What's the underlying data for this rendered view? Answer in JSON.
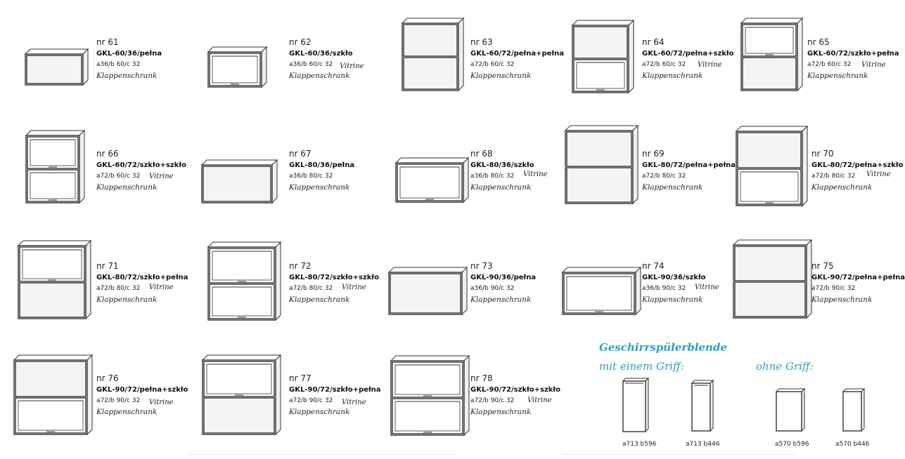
{
  "items": [
    {
      "nr": "nr 61",
      "code": "GKL-60/36/pełna",
      "dims": "a36/b 60/c 32",
      "vitrine": "",
      "klap": "Klappenschrank"
    },
    {
      "nr": "nr 62",
      "code": "GKL-60/36/szkło",
      "dims": "a36/b 60/c 32",
      "vitrine": "Vitrine",
      "klap": "Klappenschrank"
    },
    {
      "nr": "nr 63",
      "code": "GKL-60/72/pełna+pełna",
      "dims": "a72/b 60/c 32",
      "vitrine": "",
      "klap": "Klappenschrank"
    },
    {
      "nr": "nr 64",
      "code": "GKL-60/72/pełna+szkło",
      "dims": "a72/b 60/c 32",
      "vitrine": "Vitrine",
      "klap": "Klappenschrank"
    },
    {
      "nr": "nr 65",
      "code": "GKL-60/72/szkło+pełna",
      "dims": "a72/b 60/c 32",
      "vitrine": "Vitrine",
      "klap": "Klappenschrank"
    },
    {
      "nr": "nr 66",
      "code": "GKL-60/72/szkło+szkło",
      "dims": "a72/b 60/c 32",
      "vitrine": "Vitrine",
      "klap": "Klappenschrank"
    },
    {
      "nr": "nr 67",
      "code": "GKL-80/36/pełna",
      "dims": "a36/b 80/c 32",
      "vitrine": "",
      "klap": "Klappenschrank"
    },
    {
      "nr": "nr 68",
      "code": "GKL-80/36/szkło",
      "dims": "a36/b 80/c 32",
      "vitrine": "Vitrine",
      "klap": "Klappenschrank"
    },
    {
      "nr": "nr 69",
      "code": "GKL-80/72/pełna+pełna",
      "dims": "a72/b 80/c 32",
      "vitrine": "",
      "klap": "Klappenschrank"
    },
    {
      "nr": "nr 70",
      "code": "GKL-80/72/pełna+szkło",
      "dims": "a72/b 80/c 32",
      "vitrine": "Vitrine",
      "klap": "Klappenschrank"
    },
    {
      "nr": "nr 71",
      "code": "GKL-80/72/szkło+pełna",
      "dims": "a72/b 80/c 32",
      "vitrine": "Vitrine",
      "klap": "Klappenschrank"
    },
    {
      "nr": "nr 72",
      "code": "GKL-80/72/szkło+szkło",
      "dims": "a72/b 80/c 32",
      "vitrine": "Vitrine",
      "klap": "Klappenschrank"
    },
    {
      "nr": "nr 73",
      "code": "GKL-90/36/pełna",
      "dims": "a36/b 90/c 32",
      "vitrine": "",
      "klap": "Klappenschrank"
    },
    {
      "nr": "nr 74",
      "code": "GKL-90/36/szkło",
      "dims": "a36/b 90/c 32",
      "vitrine": "Vitrine",
      "klap": "Klappenschrank"
    },
    {
      "nr": "nr 75",
      "code": "GKL-90/72/pełna+pełna",
      "dims": "a72/b 90/c 32",
      "vitrine": "",
      "klap": "Klappenschrank"
    },
    {
      "nr": "nr 76",
      "code": "GKL-90/72/pełna+szkło",
      "dims": "a72/b 90/c 32",
      "vitrine": "Vitrine",
      "klap": "Klappenschrank"
    },
    {
      "nr": "nr 77",
      "code": "GKL-90/72/szkło+pełna",
      "dims": "a72/b 90/c 32",
      "vitrine": "Vitrine",
      "klap": "Klappenschrank"
    },
    {
      "nr": "nr 78",
      "code": "GKL-90/72/szkło+szkło",
      "dims": "a72/b 90/c 32",
      "vitrine": "Vitrine",
      "klap": "Klappenschrank"
    }
  ],
  "blende": {
    "title": "Geschirrspülerblende",
    "with_handle": "mit einem Griff:",
    "without_handle": "ohne Griff:",
    "panels": [
      {
        "label": "a713 b596"
      },
      {
        "label": "a713 b446"
      },
      {
        "label": "a570 b596"
      },
      {
        "label": "a570 b446"
      }
    ]
  },
  "colors": {
    "accent": "#2aa0c8",
    "line": "#333333",
    "glass": "#ffffff",
    "solid": "#f4f4f4"
  }
}
